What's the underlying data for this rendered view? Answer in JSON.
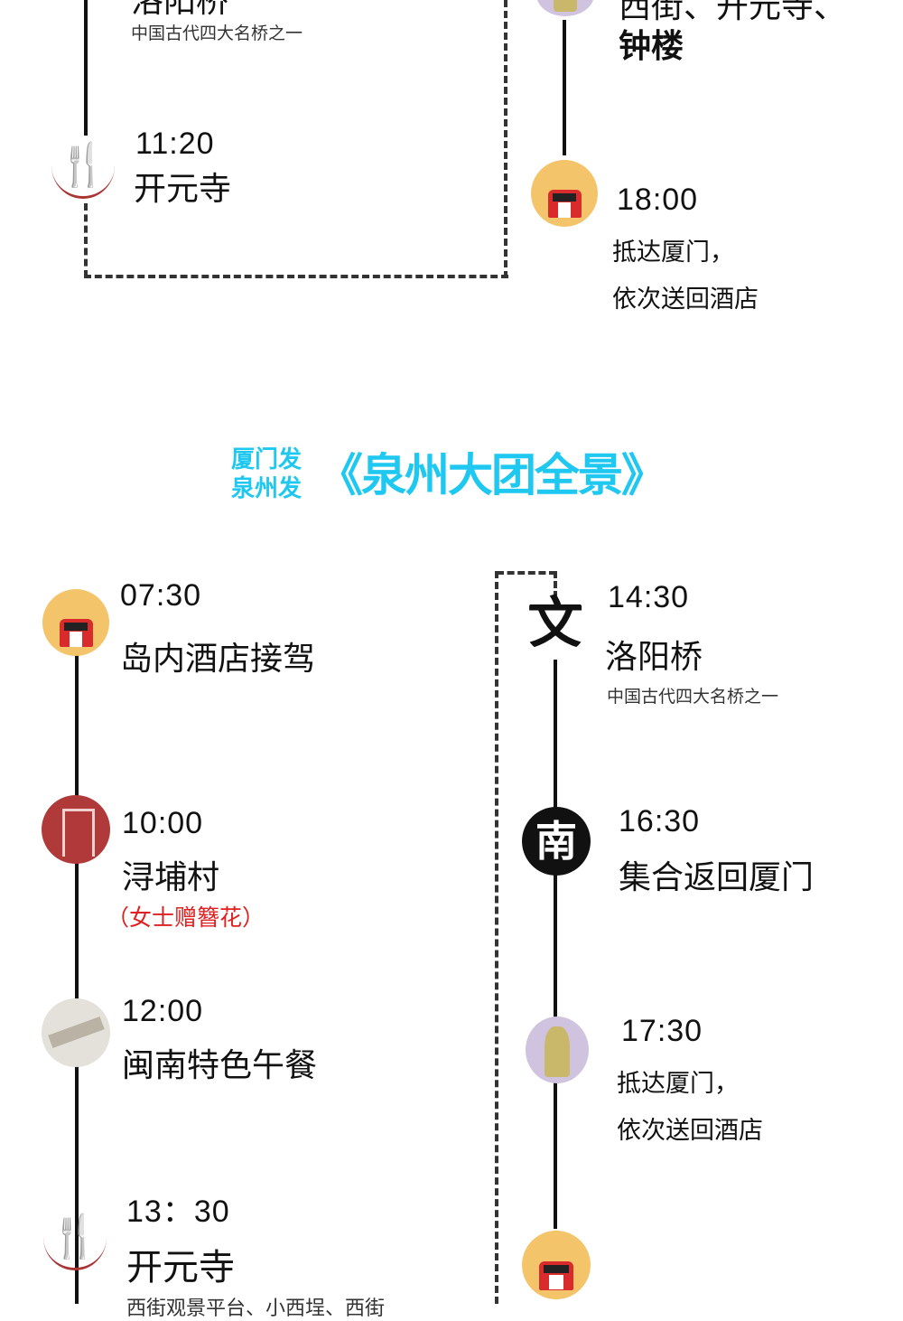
{
  "top_section": {
    "left": {
      "cut_title": "洛阳桥",
      "cut_subtitle": "中国古代四大名桥之一",
      "stop": {
        "time": "11:20",
        "place": "开元寺",
        "icon": "fork-knife-icon"
      }
    },
    "right": {
      "cut_title_line1": "西街、开元寺、",
      "cut_title_line2": "钟楼",
      "stop": {
        "time": "18:00",
        "line1": "抵达厦门，",
        "line2": "依次送回酒店",
        "icon": "bus-icon"
      }
    }
  },
  "header": {
    "departure_line1": "厦门发",
    "departure_line2": "泉州发",
    "title": "《泉州大团全景》",
    "color": "#1ec8f0"
  },
  "bottom_section": {
    "left": [
      {
        "time": "07:30",
        "place": "岛内酒店接驾",
        "icon": "bus-icon"
      },
      {
        "time": "10:00",
        "place": "浔埔村",
        "note": "（女士赠簪花）",
        "note_color": "#e02020",
        "icon": "pagoda-icon"
      },
      {
        "time": "12:00",
        "place": "闽南特色午餐",
        "icon": "food-photo-icon"
      },
      {
        "time": "13：30",
        "place": "开元寺",
        "cut_subtitle": "西街观景平台、小西埕、西街",
        "icon": "fork-knife-icon"
      }
    ],
    "right": [
      {
        "time": "14:30",
        "place": "洛阳桥",
        "subtitle": "中国古代四大名桥之一",
        "icon": "wen-calligraphy-icon",
        "glyph": "文"
      },
      {
        "time": "16:30",
        "place": "集合返回厦门",
        "icon": "nan-seal-icon",
        "glyph": "南"
      },
      {
        "time": "17:30",
        "line1": "抵达厦门，",
        "line2": "依次送回酒店",
        "icon": "clock-tower-icon"
      },
      {
        "icon": "bus-icon"
      }
    ]
  }
}
